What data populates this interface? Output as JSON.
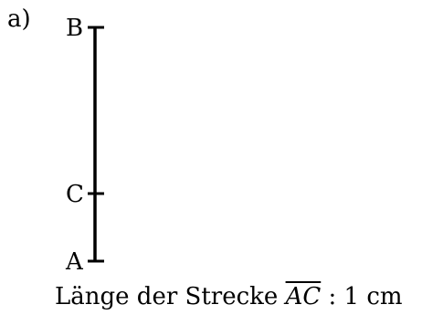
{
  "part_label": "a)",
  "points": {
    "b": "B",
    "c": "C",
    "a": "A"
  },
  "caption": {
    "prefix": "Länge der Strecke",
    "segment": "AC",
    "separator": ":",
    "value": "1",
    "unit": "cm"
  },
  "colors": {
    "line": "#000000",
    "text": "#000000"
  }
}
